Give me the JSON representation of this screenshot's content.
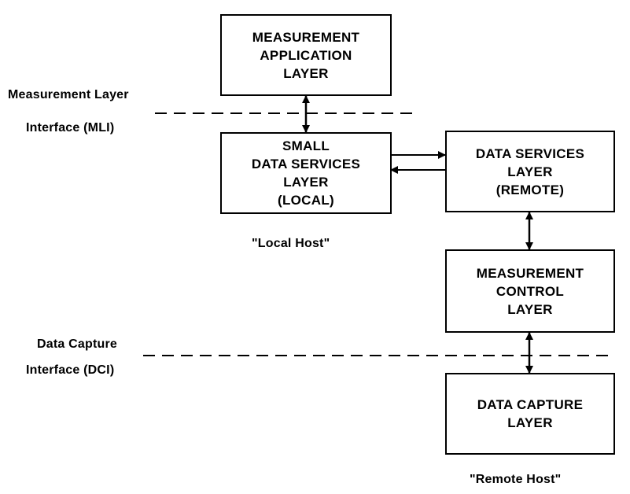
{
  "boxes": {
    "measurement_application": "MEASUREMENT\nAPPLICATION\nLAYER",
    "small_data_services": "SMALL\nDATA SERVICES\nLAYER\n(LOCAL)",
    "data_services_remote": "DATA SERVICES\nLAYER\n(REMOTE)",
    "measurement_control": "MEASUREMENT\nCONTROL\nLAYER",
    "data_capture": "DATA CAPTURE\nLAYER"
  },
  "interfaces": {
    "mli_line1": "Measurement Layer",
    "mli_line2": "Interface (MLI)",
    "dci_line1": "Data Capture",
    "dci_line2": "Interface (DCI)"
  },
  "hosts": {
    "local": "\"Local Host\"",
    "remote": "\"Remote Host\""
  }
}
